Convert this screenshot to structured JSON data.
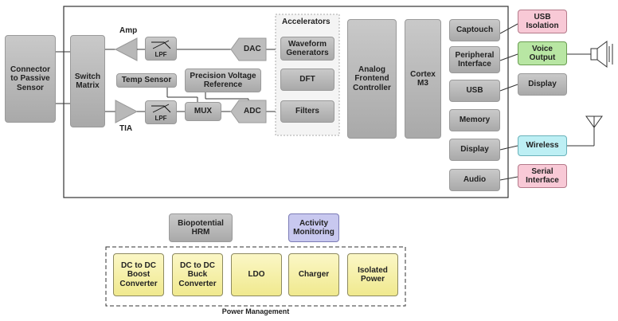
{
  "blocks": {
    "connector": "Connector to Passive Sensor",
    "switch_matrix": "Switch Matrix",
    "temp_sensor": "Temp Sensor",
    "precision_ref": "Precision Voltage Reference",
    "mux": "MUX",
    "dac": "DAC",
    "adc": "ADC",
    "lpf_top": "LPF",
    "lpf_bottom": "LPF",
    "amp": "Amp",
    "tia": "TIA",
    "accelerators": "Accelerators",
    "waveform": "Waveform Generators",
    "dft": "DFT",
    "filters": "Filters",
    "afe_controller": "Analog Frontend Controller",
    "cortex": "Cortex M3",
    "captouch": "Captouch",
    "peripheral": "Peripheral Interface",
    "usb": "USB",
    "memory": "Memory",
    "display_inner": "Display",
    "audio": "Audio",
    "usb_isolation": "USB Isolation",
    "voice_output": "Voice Output",
    "display_outer": "Display",
    "wireless": "Wireless",
    "serial_interface": "Serial Interface",
    "biopotential": "Biopotential HRM",
    "activity": "Activity Monitoring"
  },
  "power": {
    "title": "Power Management",
    "items": [
      "DC to DC Boost Converter",
      "DC to DC Buck Converter",
      "LDO",
      "Charger",
      "Isolated Power"
    ]
  }
}
